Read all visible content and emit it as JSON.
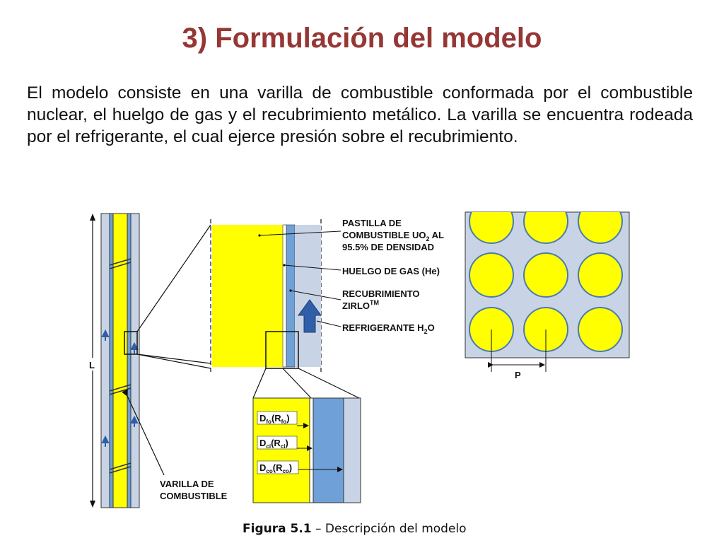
{
  "slide": {
    "title": "3) Formulación del modelo",
    "body": "El modelo consiste en una varilla de combustible conformada por el combustible nuclear, el huelgo de gas y el recubrimiento metálico. La varilla se encuentra rodeada por el refrigerante, el cual ejerce presión sobre el recubrimiento."
  },
  "figure": {
    "labels": {
      "pellet_1": "PASTILLA DE",
      "pellet_2a": "COMBUSTIBLE UO",
      "pellet_2sub": "2",
      "pellet_2b": " AL",
      "pellet_3": "95.5% DE DENSIDAD",
      "gap": "HUELGO DE GAS (He)",
      "clad_1": "RECUBRIMIENTO",
      "clad_2": "ZIRLO",
      "clad_tm": "TM",
      "coolant_a": "REFRIGERANTE H",
      "coolant_sub": "2",
      "coolant_b": "O",
      "rod_1": "VARILLA DE",
      "rod_2": "COMBUSTIBLE",
      "length": "L",
      "pitch": "P"
    },
    "dims": {
      "d1": "D",
      "d1s": "fo",
      "d1m": "(R",
      "d1s2": "fo",
      "d1e": ")",
      "d2": "D",
      "d2s": "ci",
      "d2m": "(R",
      "d2s2": "ci",
      "d2e": ")",
      "d3": "D",
      "d3s": "co",
      "d3m": "(R",
      "d3s2": "co",
      "d3e": ")"
    },
    "caption_bold": "Figura 5.1",
    "caption_rest": " – Descripción del modelo",
    "colors": {
      "fuel": "#ffff00",
      "gap": "#6fa0d8",
      "coolant": "#c8d4e6",
      "arrow": "#2f5fa8",
      "title": "#953735"
    }
  }
}
